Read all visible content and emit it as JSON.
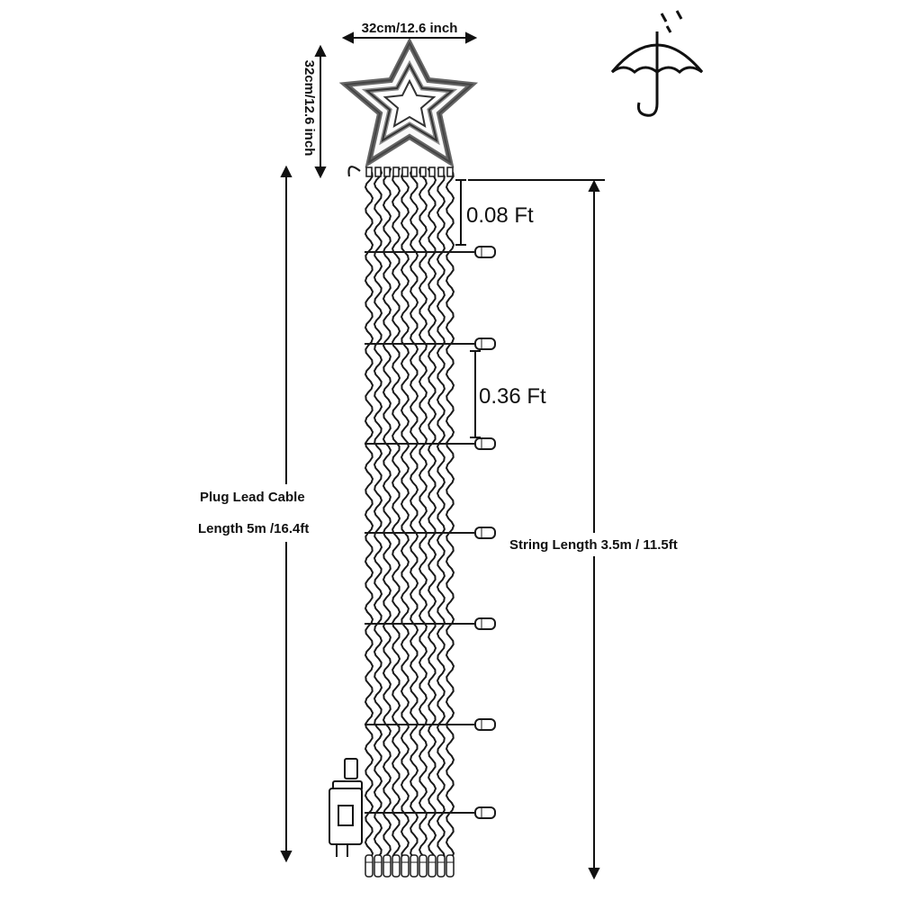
{
  "dimensions": {
    "star_width": "32cm/12.6 inch",
    "star_height": "32cm/12.6 inch",
    "bulb_top_gap": "0.08 Ft",
    "bulb_spacing": "0.36 Ft",
    "lead_cable_line1": "Plug Lead Cable",
    "lead_cable_line2": "Length 5m /16.4ft",
    "string_length": "String Length 3.5m / 11.5ft"
  },
  "icons": {
    "weather": "umbrella-rain-icon",
    "product": "star-icon",
    "adapter": "plug-adapter-icon"
  },
  "colors": {
    "wire": "#1a1a1a",
    "line": "#111111",
    "background": "#ffffff"
  }
}
